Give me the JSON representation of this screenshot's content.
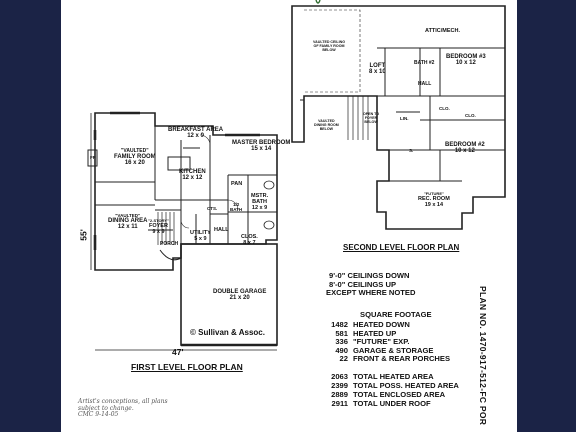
{
  "plan_number": "PLAN NO. 1470-917-512-FC POR",
  "first_floor": {
    "title": "FIRST LEVEL FLOOR PLAN",
    "width_dim": "47'",
    "depth_dim": "55'",
    "rooms": {
      "family": [
        "\"VAULTED\"",
        "FAMILY ROOM",
        "16 x 20"
      ],
      "breakfast": [
        "BREAKFAST AREA",
        "12 x 9"
      ],
      "master": [
        "MASTER BEDROOM",
        "15 x 14"
      ],
      "kitchen": [
        "KITCHEN",
        "12 x 12"
      ],
      "dining": [
        "\"VAULTED\"",
        "DINING AREA",
        "12 x 11"
      ],
      "foyer": [
        "\"2-STORY\"",
        "FOYER",
        "9 x 9"
      ],
      "porch": [
        "PORCH"
      ],
      "utility": [
        "UTILITY",
        "5 x 9"
      ],
      "pan": [
        "PAN"
      ],
      "mstr_bath": [
        "MSTR.",
        "BATH",
        "12 x 9"
      ],
      "half_bath": [
        "1/2",
        "BATH"
      ],
      "clos": [
        "CLOS.",
        "8 x 7"
      ],
      "hall": [
        "HALL"
      ],
      "garage": [
        "DOUBLE GARAGE",
        "21 x 20"
      ],
      "cts": [
        "CTS."
      ]
    },
    "fireplace": "FP",
    "copyright": "© Sullivan & Assoc."
  },
  "second_floor": {
    "title": "SECOND LEVEL FLOOR PLAN",
    "rooms": {
      "attic": [
        "ATTIC/MECH."
      ],
      "vault_family": [
        "VAULTED CEILING",
        "OF FAMILY ROOM",
        "BELOW"
      ],
      "vault_dining": [
        "VAULTED",
        "DINING ROOM",
        "BELOW"
      ],
      "loft": [
        "LOFT",
        "8 x 10"
      ],
      "bath2": [
        "BATH #2"
      ],
      "bed3": [
        "BEDROOM #3",
        "10 x 12"
      ],
      "bed2": [
        "BEDROOM #2",
        "10 x 12"
      ],
      "lin": [
        "LIN."
      ],
      "hall": [
        "HALL"
      ],
      "clo1": [
        "CLO."
      ],
      "clo2": [
        "CLO."
      ],
      "open_foyer": [
        "OPEN TO",
        "FOYER",
        "BELOW"
      ],
      "rec": [
        "\"FUTURE\"",
        "REC. ROOM",
        "19 x 14"
      ],
      "s": [
        "S."
      ]
    }
  },
  "ceilings": [
    "9'-0\" CEILINGS DOWN",
    "8'-0\" CEILINGS UP",
    "EXCEPT WHERE NOTED"
  ],
  "square_footage": {
    "title": "SQUARE FOOTAGE",
    "rows": [
      {
        "num": "1482",
        "label": "HEATED DOWN"
      },
      {
        "num": "581",
        "label": "HEATED UP"
      },
      {
        "num": "336",
        "label": "\"FUTURE\" EXP."
      },
      {
        "num": "490",
        "label": "GARAGE & STORAGE"
      },
      {
        "num": "22",
        "label": "FRONT & REAR PORCHES"
      }
    ],
    "totals": [
      {
        "num": "2063",
        "label": "TOTAL HEATED AREA"
      },
      {
        "num": "2399",
        "label": "TOTAL POSS. HEATED AREA"
      },
      {
        "num": "2889",
        "label": "TOTAL ENCLOSED AREA"
      },
      {
        "num": "2911",
        "label": "TOTAL UNDER ROOF"
      }
    ]
  },
  "artist_note": [
    "Artist's conceptions, all plans",
    "subject to change.",
    "CMC    9-14-05"
  ],
  "colors": {
    "border": "#1b2346",
    "ink": "#111111"
  }
}
